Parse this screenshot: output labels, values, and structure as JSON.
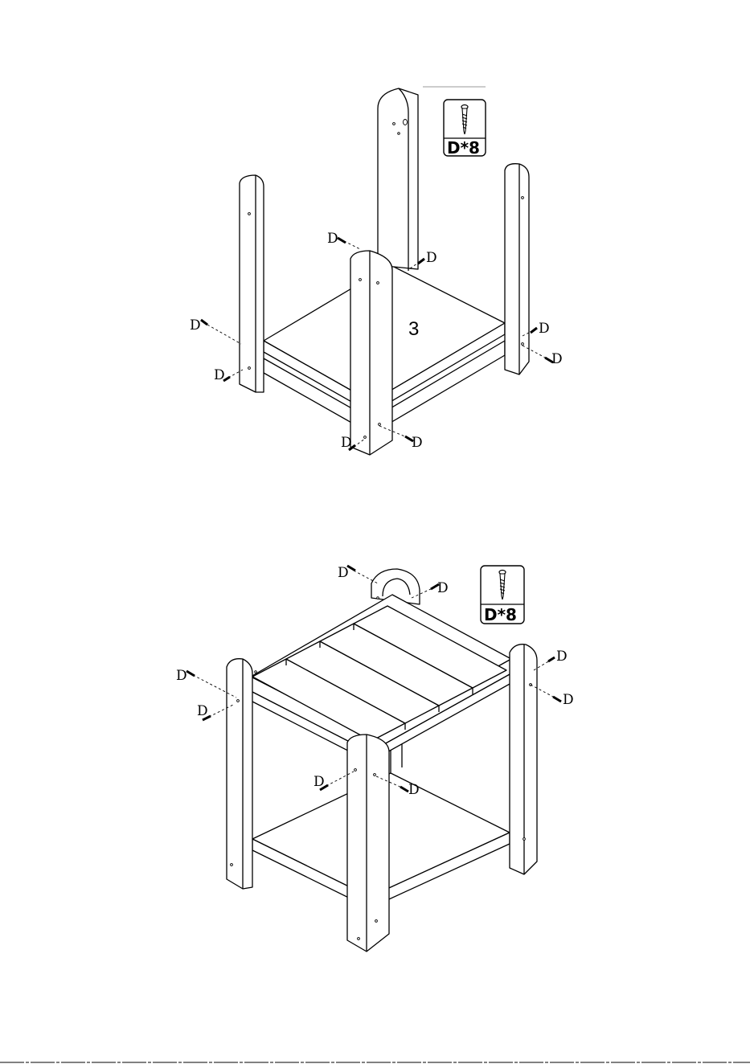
{
  "step1": {
    "step_number": "3",
    "badge": {
      "icon": "screw-icon",
      "label": "D*8"
    },
    "callouts": [
      "D",
      "D",
      "D",
      "D",
      "D",
      "D",
      "D",
      "D"
    ]
  },
  "step2": {
    "badge": {
      "icon": "screw-icon",
      "label": "D*8"
    },
    "callouts": [
      "D",
      "D",
      "D",
      "D",
      "D",
      "D",
      "D",
      "D"
    ]
  }
}
